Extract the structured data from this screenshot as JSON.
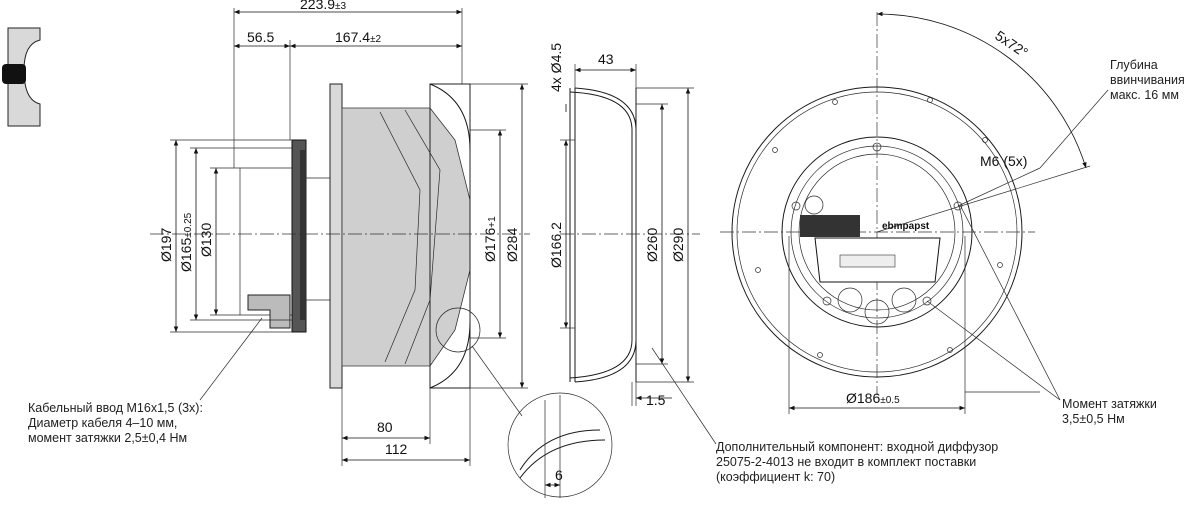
{
  "dimensions": {
    "overall_length": "223.9",
    "overall_length_tol": "±3",
    "motor_length": "56.5",
    "impeller_length": "167.4",
    "impeller_length_tol": "±2",
    "diam_197": "Ø197",
    "diam_165": "Ø165",
    "diam_165_tol": "±0.25",
    "diam_130": "Ø130",
    "diam_176": "Ø176",
    "diam_176_tol": "+1",
    "diam_284": "Ø284",
    "len_80": "80",
    "len_112": "112",
    "detail_6": "6",
    "holes": "4x Ø4.5",
    "depth_43": "43",
    "diam_166": "Ø166.2",
    "diam_260": "Ø260",
    "diam_290": "Ø290",
    "t_1_5": "1.5",
    "angle": "5x72°",
    "thread": "M6 (5x)",
    "diam_186": "Ø186",
    "diam_186_tol": "±0.5"
  },
  "notes": {
    "cable_entry": "Кабельный ввод M16x1,5 (3x):\nДиаметр кабеля 4–10 мм,\nмомент затяжки 2,5±0,4 Нм",
    "diffuser": "Дополнительный компонент: входной диффузор\n25075-2-4013 не входит в комплект поставки\n(коэффициент k: 70)",
    "screw_depth": "Глубина\nввинчивания\nмакс. 16 мм",
    "torque": "Момент затяжки\n3,5±0,5 Нм"
  },
  "labels": {
    "brand": "ebmpapst"
  }
}
